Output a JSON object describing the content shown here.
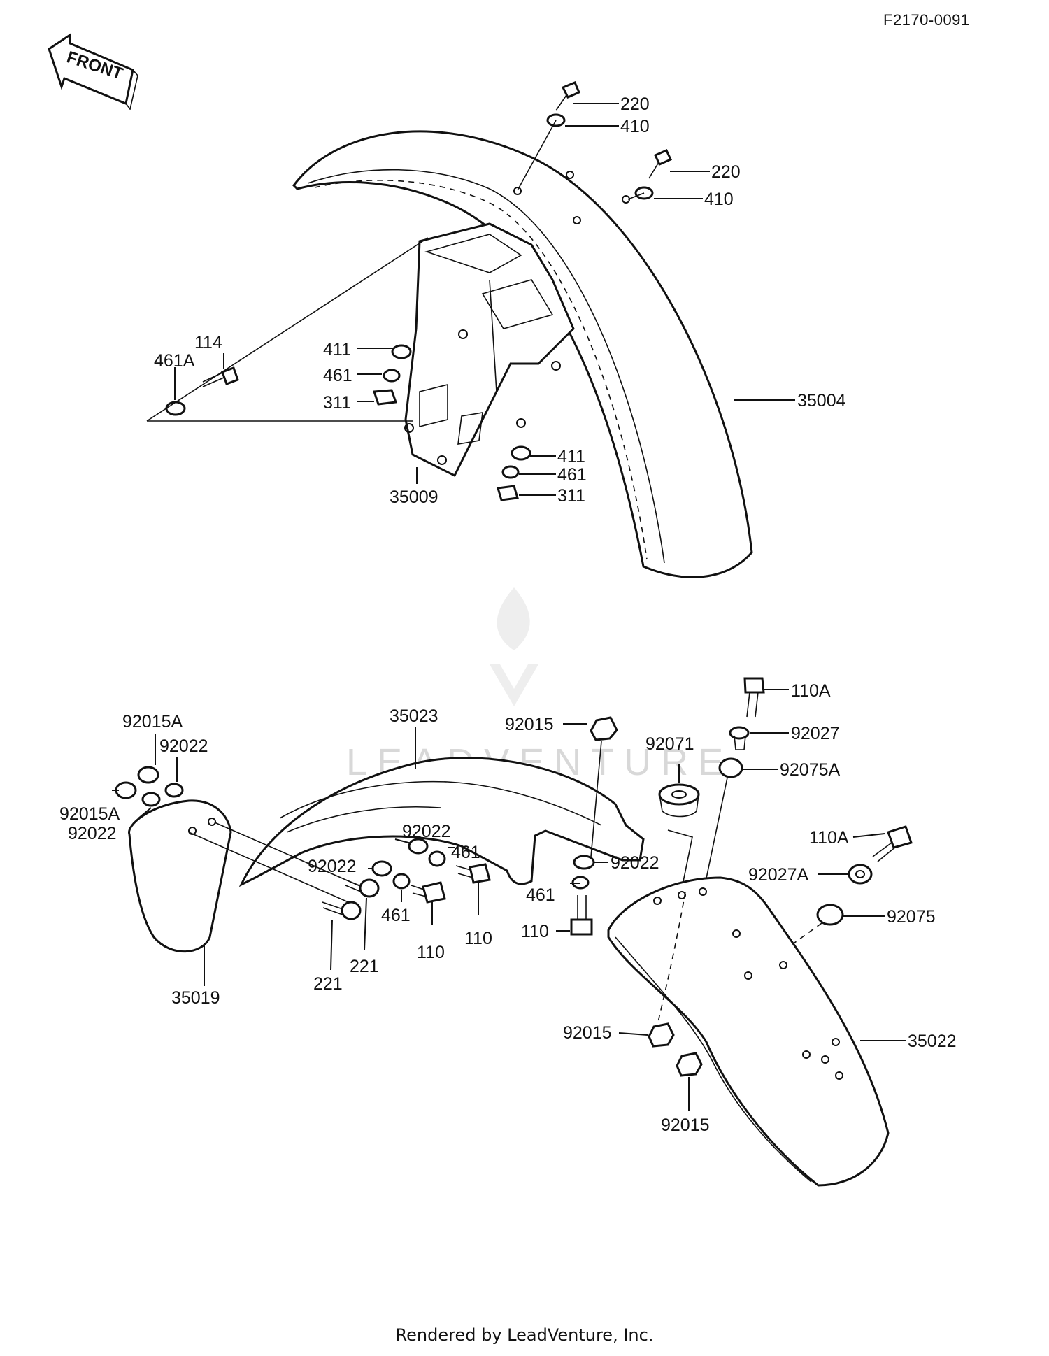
{
  "header": {
    "diagram_code": "F2170-0091",
    "front_arrow_label": "FRONT"
  },
  "watermark": {
    "text": "LEADVENTURE"
  },
  "footer": {
    "text": "Rendered by LeadVenture, Inc."
  },
  "labels": {
    "220_top": "220",
    "410_top": "410",
    "220_mid": "220",
    "410_mid": "410",
    "114": "114",
    "461A": "461A",
    "411_a": "411",
    "461_a": "461",
    "311_a": "311",
    "411_b": "411",
    "461_b": "461",
    "311_b": "311",
    "35004": "35004",
    "35009": "35009",
    "92015A_top": "92015A",
    "92022_top": "92022",
    "92015A_mid": "92015A",
    "92022_mid": "92022",
    "35019": "35019",
    "35023": "35023",
    "92022_c": "92022",
    "461_c": "461",
    "92022_d": "92022",
    "461_d": "461",
    "110_a": "110",
    "110_b": "110",
    "221_a": "221",
    "221_b": "221",
    "92015_top": "92015",
    "92022_e": "92022",
    "461_e": "461",
    "110_c": "110",
    "92071": "92071",
    "110A_top": "110A",
    "92027": "92027",
    "92075A": "92075A",
    "110A_mid": "110A",
    "92027A": "92027A",
    "92075": "92075",
    "35022": "35022",
    "92015_a": "92015",
    "92015_b": "92015"
  },
  "colors": {
    "line": "#111111",
    "watermark": "#d8d8d8"
  }
}
